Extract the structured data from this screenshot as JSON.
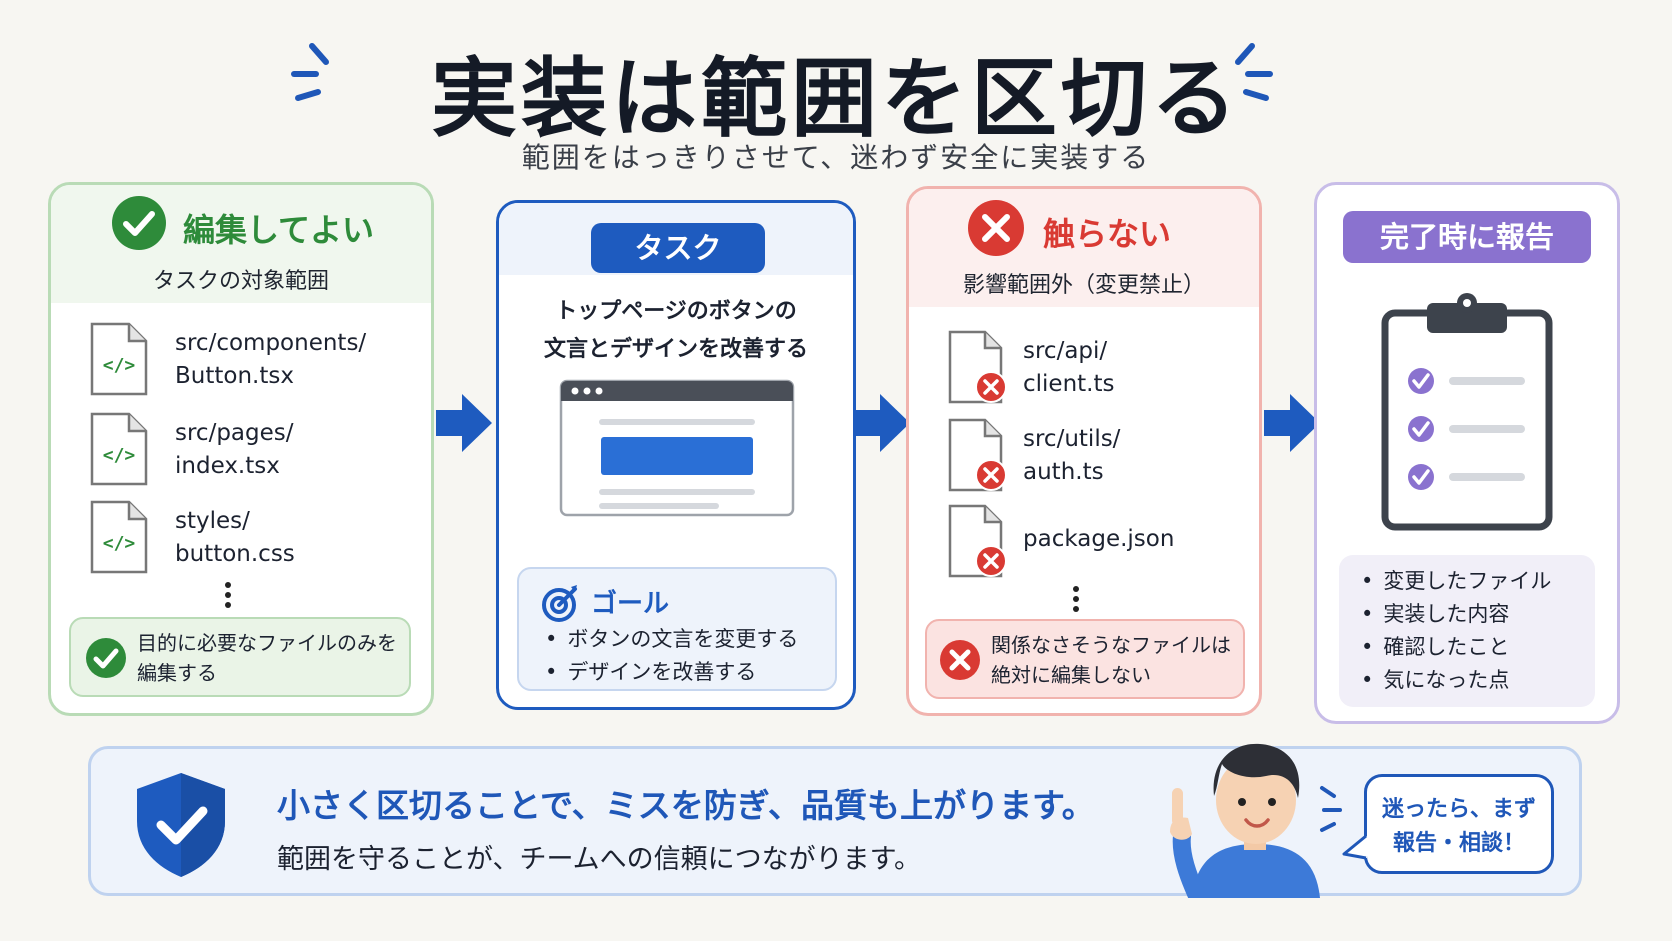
{
  "title": "実装は範囲を区切る",
  "subtitle": "範囲をはっきりさせて、迷わず安全に実装する",
  "colors": {
    "green": "#2e8b3a",
    "blue": "#1e5bbf",
    "red": "#d93a33",
    "purple": "#8a72cf"
  },
  "editable": {
    "title": "編集してよい",
    "subtitle": "タスクの対象範囲",
    "icon": "check-circle-icon",
    "files": [
      {
        "line1": "src/components/",
        "line2": "Button.tsx"
      },
      {
        "line1": "src/pages/",
        "line2": "index.tsx"
      },
      {
        "line1": "styles/",
        "line2": "button.css"
      }
    ],
    "note_line1": "目的に必要なファイルのみを",
    "note_line2": "編集する"
  },
  "task": {
    "label": "タスク",
    "desc_line1": "トップページのボタンの",
    "desc_line2": "文言とデザインを改善する",
    "goal_title": "ゴール",
    "goals": [
      "ボタンの文言を変更する",
      "デザインを改善する"
    ]
  },
  "forbidden": {
    "title": "触らない",
    "subtitle": "影響範囲外（変更禁止）",
    "icon": "x-circle-icon",
    "files": [
      {
        "line1": "src/api/",
        "line2": "client.ts"
      },
      {
        "line1": "src/utils/",
        "line2": "auth.ts"
      },
      {
        "line1": "package.json",
        "line2": ""
      }
    ],
    "note_line1": "関係なさそうなファイルは",
    "note_line2": "絶対に編集しない"
  },
  "report": {
    "label": "完了時に報告",
    "items": [
      "変更したファイル",
      "実装した内容",
      "確認したこと",
      "気になった点"
    ]
  },
  "banner": {
    "main": "小さく区切ることで、ミスを防ぎ、品質も上がります。",
    "sub": "範囲を守ることが、チームへの信頼につながります。",
    "bubble_line1": "迷ったら、まず",
    "bubble_line2": "報告・相談！"
  }
}
